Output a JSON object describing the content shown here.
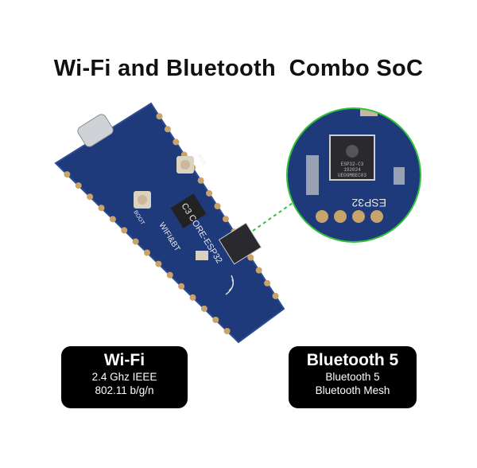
{
  "title": "Wi-Fi and Bluetooth  Combo SoC",
  "colors": {
    "board": "#1f3b7a",
    "accent_green": "#2fbf3a",
    "box": "#000000"
  },
  "board_silkscreen": {
    "model": "C3 CORE-ESP32",
    "wifi_bt": "WIFI&BT",
    "boot": "BOOT",
    "rst": "RST",
    "chip_marking": [
      "ESP32-C3",
      "192024",
      "UEOOMBEC03"
    ],
    "zoom_label": "ESP32"
  },
  "features": [
    {
      "heading": "Wi-Fi",
      "lines": [
        "2.4 Ghz IEEE",
        "802.11 b/g/n"
      ]
    },
    {
      "heading": "Bluetooth 5",
      "lines": [
        "Bluetooth 5",
        "Bluetooth Mesh"
      ]
    }
  ]
}
